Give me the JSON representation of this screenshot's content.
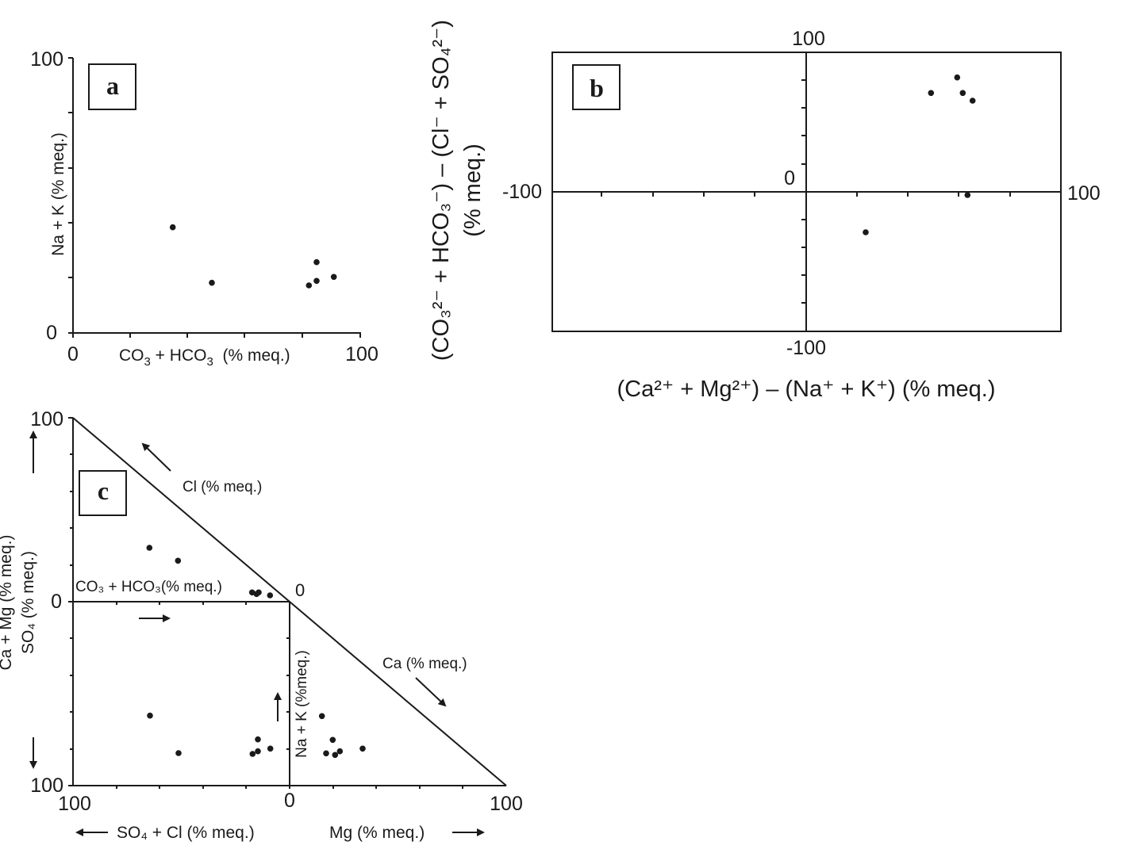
{
  "figure": {
    "panels": [
      "a",
      "b",
      "c"
    ]
  },
  "panel_a": {
    "letter": "a",
    "xlabel_main": "CO",
    "xlabel_sub1": "3",
    "xlabel_mid": " + HCO",
    "xlabel_sub2": "3",
    "xlabel_tail": "  (% meq.)",
    "ylabel": "Na + K (% meq.)",
    "x_min_label": "0",
    "x_max_label": "100",
    "y_min_label": "0",
    "y_max_label": "100"
  },
  "panel_b": {
    "letter": "b",
    "xlabel": "(Ca²⁺ + Mg²⁺) – (Na⁺ + K⁺) (% meq.)",
    "ylabel_line1": "(CO₃²⁻ + HCO₃⁻) – (Cl⁻ + SO₄²⁻)",
    "ylabel_line2": "(% meq.)",
    "top_label": "100",
    "bottom_label": "-100",
    "left_label": "-100",
    "right_label": "100",
    "origin_label": "0"
  },
  "panel_c": {
    "letter": "c",
    "top_label": "100",
    "left_zero_label": "0",
    "left_bottom_label": "100",
    "bottom_left_label": "100",
    "bottom_center_label": "0",
    "bottom_right_label": "100",
    "origin_label": "0",
    "cl_label": "Cl (% meq.)",
    "ca_label": "Ca (% meq.)",
    "co3_label": "CO₃ + HCO₃(% meq.)",
    "nak_label": "Na + K (%meq.)",
    "so4cl_label": "SO₄ + Cl (% meq.)",
    "mg_label": "Mg (% meq.)",
    "left_axis_line1": "Ca + Mg (% meq.)",
    "left_axis_line2": "SO₄ (% meq.)"
  },
  "chart_data": [
    {
      "panel": "a",
      "type": "scatter",
      "title": "a",
      "xlabel": "CO3 + HCO3 (% meq.)",
      "ylabel": "Na + K (% meq.)",
      "xlim": [
        0,
        100
      ],
      "ylim": [
        0,
        100
      ],
      "x_ticks": [
        0,
        20,
        40,
        60,
        80,
        100
      ],
      "y_ticks": [
        0,
        20,
        40,
        60,
        80,
        100
      ],
      "grid": false,
      "points": [
        {
          "x": 34.8,
          "y": 38.2
        },
        {
          "x": 48.4,
          "y": 18.0
        },
        {
          "x": 82.1,
          "y": 17.0
        },
        {
          "x": 84.8,
          "y": 18.7
        },
        {
          "x": 84.8,
          "y": 25.5
        },
        {
          "x": 90.8,
          "y": 20.1
        }
      ]
    },
    {
      "panel": "b",
      "type": "scatter",
      "title": "b",
      "xlabel": "(Ca2+ + Mg2+) – (Na+ + K+) (% meq.)",
      "ylabel": "(CO3 2- + HCO3 -) – (Cl- + SO4 2-) (% meq.)",
      "xlim": [
        -100,
        100
      ],
      "ylim": [
        -100,
        100
      ],
      "x_ticks": [
        -100,
        -80,
        -60,
        -40,
        -20,
        0,
        20,
        40,
        60,
        80,
        100
      ],
      "y_ticks": [
        -100,
        -80,
        -60,
        -40,
        -20,
        0,
        20,
        40,
        60,
        80,
        100
      ],
      "grid": false,
      "points": [
        {
          "x": 49.1,
          "y": 70.7
        },
        {
          "x": 59.3,
          "y": 81.8
        },
        {
          "x": 61.5,
          "y": 70.7
        },
        {
          "x": 65.4,
          "y": 65.2
        },
        {
          "x": 63.4,
          "y": -2.4
        },
        {
          "x": 23.4,
          "y": -29.1
        }
      ]
    },
    {
      "panel": "c",
      "type": "scatter",
      "title": "c",
      "subplots": [
        {
          "name": "anion triangle",
          "xlabel": "CO3 + HCO3 (% meq.)",
          "ylabel": "SO4 (% meq.)",
          "hypotenuse": "Cl (% meq.)",
          "points": [
            {
              "x": 35.3,
              "y": 29.3
            },
            {
              "x": 48.5,
              "y": 22.3
            },
            {
              "x": 82.7,
              "y": 5.0
            },
            {
              "x": 84.7,
              "y": 4.2
            },
            {
              "x": 85.7,
              "y": 5.0
            },
            {
              "x": 91.0,
              "y": 3.4
            }
          ]
        },
        {
          "name": "central square",
          "xlabel": "SO4 + Cl (% meq.)",
          "ylabel": "Ca + Mg (% meq.)",
          "points": [
            {
              "x": 64.5,
              "y": 61.9
            },
            {
              "x": 51.3,
              "y": 82.3
            },
            {
              "x": 14.7,
              "y": 74.9
            },
            {
              "x": 14.7,
              "y": 81.3
            },
            {
              "x": 17.1,
              "y": 82.8
            },
            {
              "x": 8.9,
              "y": 79.9
            }
          ]
        },
        {
          "name": "cation triangle",
          "xlabel": "Mg (% meq.)",
          "ylabel": "Na + K (% meq.)",
          "hypotenuse": "Ca (% meq.)",
          "points": [
            {
              "x": 14.9,
              "y": 37.8
            },
            {
              "x": 19.9,
              "y": 24.9
            },
            {
              "x": 16.8,
              "y": 17.5
            },
            {
              "x": 21.0,
              "y": 16.7
            },
            {
              "x": 23.2,
              "y": 18.7
            },
            {
              "x": 33.7,
              "y": 20.1
            }
          ]
        }
      ],
      "xlim": [
        0,
        100
      ],
      "ylim": [
        0,
        100
      ],
      "grid": false
    }
  ]
}
